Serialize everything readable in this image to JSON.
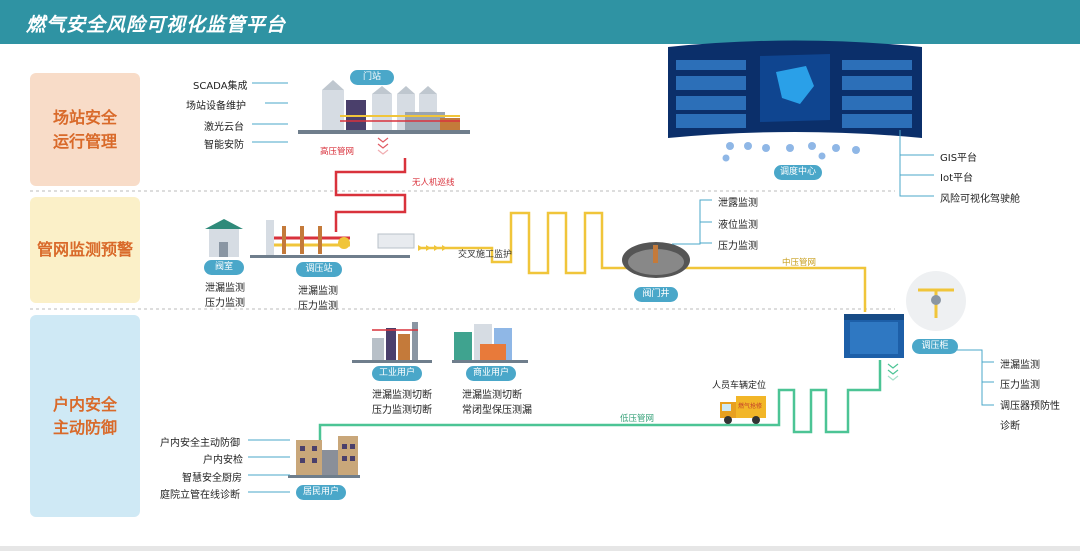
{
  "header": {
    "title": "燃气安全风险可视化监管平台"
  },
  "sections": {
    "station": "场站安全\n运行管理",
    "network": "管网监测预警",
    "household": "户内安全\n主动防御"
  },
  "station_items": [
    "SCADA集成",
    "场站设备维护",
    "激光云台",
    "智能安防"
  ],
  "tags": {
    "gate_station": "门站",
    "dispatch_center": "调度中心",
    "valve_room": "阀室",
    "regulator_station": "调压站",
    "valve_well": "阀门井",
    "regulator_cabinet": "调压柜",
    "industrial_user": "工业用户",
    "commercial_user": "商业用户",
    "resident_user": "居民用户"
  },
  "pipes": {
    "high": "高压管网",
    "drone": "无人机巡线",
    "cross": "交叉施工监护",
    "medium": "中压管网",
    "low": "低压管网"
  },
  "platform_items": [
    "GIS平台",
    "Iot平台",
    "风险可视化驾驶舱"
  ],
  "well_items": [
    "泄露监测",
    "液位监测",
    "压力监测"
  ],
  "valve_room_items": [
    "泄漏监测",
    "压力监测"
  ],
  "regulator_station_items": [
    "泄漏监测",
    "压力监测"
  ],
  "cabinet_items": [
    "泄漏监测",
    "压力监测",
    "调压器预防性",
    "诊断"
  ],
  "industrial_items": [
    "泄漏监测切断",
    "压力监测切断"
  ],
  "commercial_items": [
    "泄漏监测切断",
    "常闭型保压测漏"
  ],
  "vehicle_label": "人员车辆定位",
  "truck_text": "燃气抢修",
  "household_items": [
    "户内安全主动防御",
    "户内安检",
    "智慧安全厨房",
    "庭院立管在线诊断"
  ],
  "colors": {
    "header": "#2f93a3",
    "station_bg": "#f8dcc8",
    "network_bg": "#fbf0c8",
    "household_bg": "#cfe9f5",
    "section_text": "#d96a2a",
    "high_pipe": "#d9323c",
    "medium_pipe": "#f0c53a",
    "low_pipe": "#4cc495",
    "tag": "#4aa7c9"
  }
}
